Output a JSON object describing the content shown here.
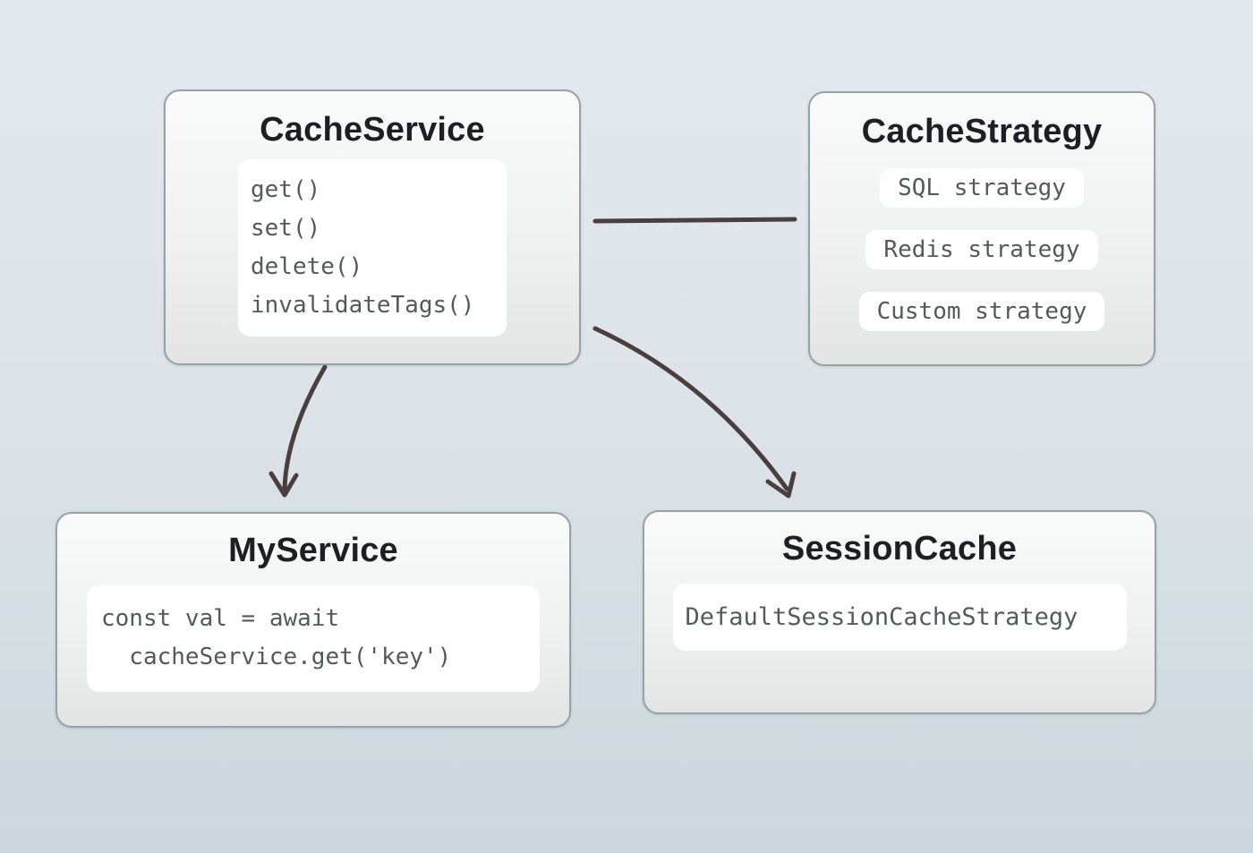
{
  "diagram": {
    "nodes": {
      "cache_service": {
        "title": "CacheService",
        "methods": [
          "get()",
          "set()",
          "delete()",
          "invalidateTags()"
        ]
      },
      "cache_strategy": {
        "title": "CacheStrategy",
        "strategies": [
          "SQL strategy",
          "Redis strategy",
          "Custom strategy"
        ]
      },
      "my_service": {
        "title": "MyService",
        "code_lines": [
          "const val = await",
          "  cacheService.get('key')"
        ]
      },
      "session_cache": {
        "title": "SessionCache",
        "code": "DefaultSessionCacheStrategy"
      }
    },
    "edges": [
      {
        "from": "CacheService",
        "to": "CacheStrategy",
        "style": "plain-line"
      },
      {
        "from": "CacheService",
        "to": "MyService",
        "style": "curved-arrow"
      },
      {
        "from": "CacheService",
        "to": "SessionCache",
        "style": "curved-arrow"
      }
    ],
    "colors": {
      "edge": "#4a3e3e",
      "node_border": "#97a1a6",
      "title_text": "#1d1f24",
      "code_text": "#55595e",
      "panel_background": "#ffffff",
      "background_top": "#e4e9ee",
      "background_bottom": "#ccd8de"
    }
  }
}
